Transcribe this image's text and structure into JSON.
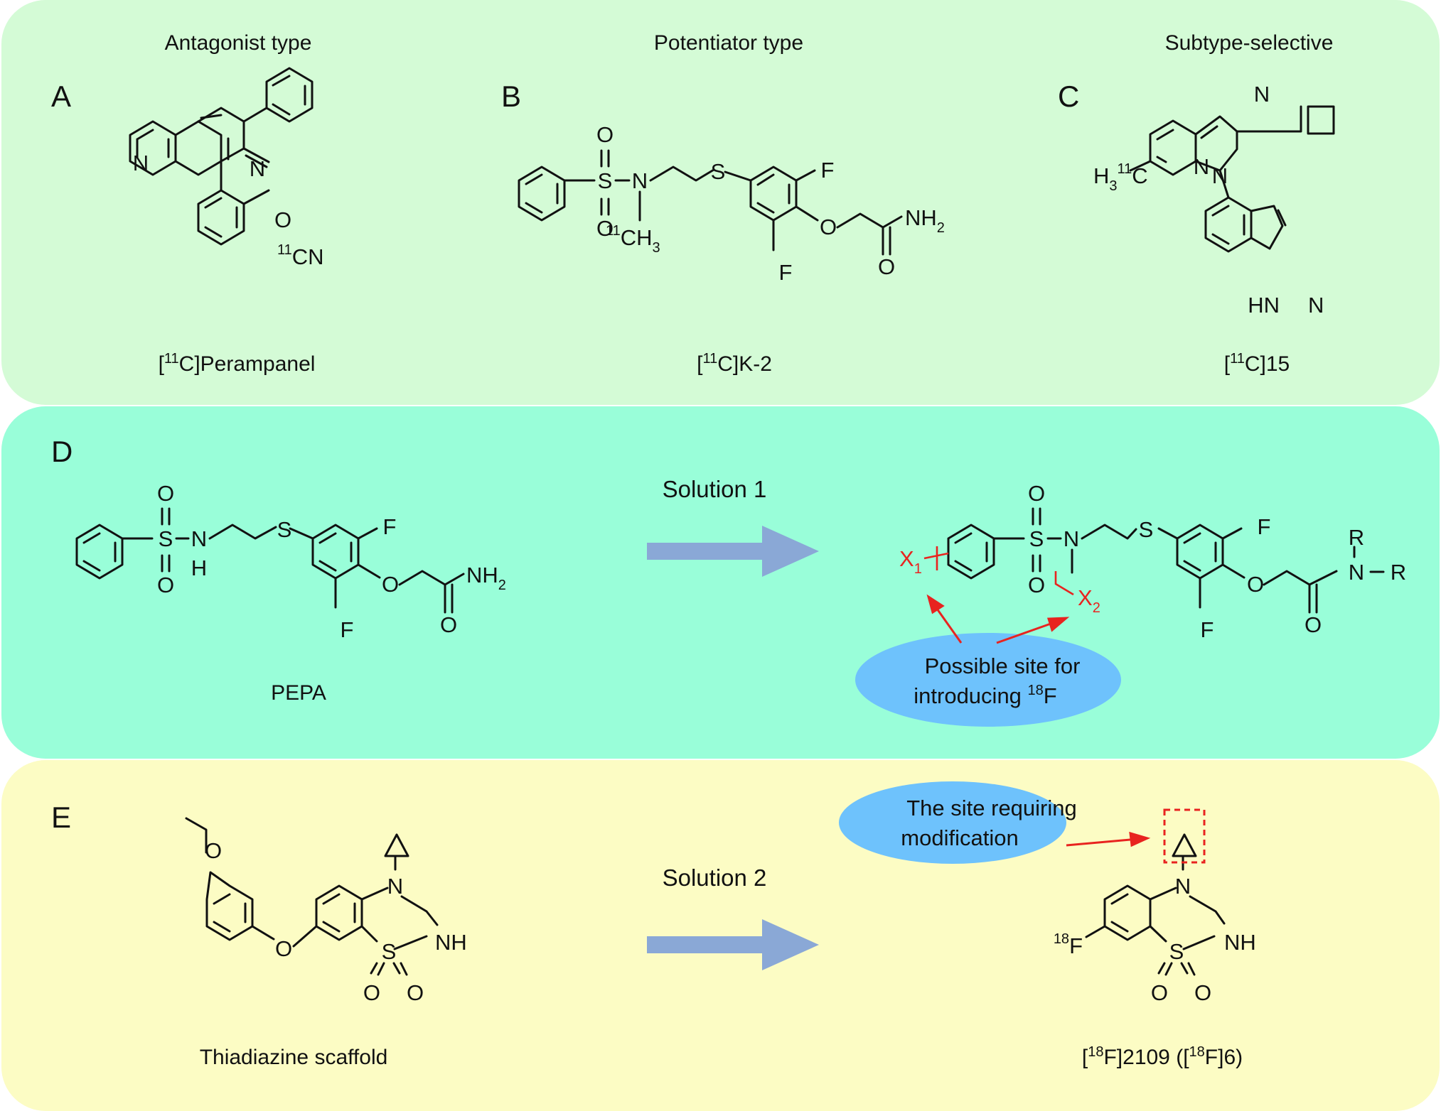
{
  "panels": {
    "A": {
      "letter": "A",
      "header": "Antagonist type",
      "caption_parts": [
        "[",
        "11",
        "C]Perampanel"
      ]
    },
    "B": {
      "letter": "B",
      "header": "Potentiator type",
      "caption_parts": [
        "[",
        "11",
        "C]K-2"
      ]
    },
    "C": {
      "letter": "C",
      "header": "Subtype-selective",
      "caption_parts": [
        "[",
        "11",
        "C]15"
      ]
    },
    "D": {
      "letter": "D",
      "left_caption": "PEPA",
      "arrow_label": "Solution 1",
      "callout_line1": "Possible site for",
      "callout_line2_parts": [
        "introducing ",
        "18",
        "F"
      ]
    },
    "E": {
      "letter": "E",
      "left_caption": "Thiadiazine scaffold",
      "arrow_label": "Solution 2",
      "callout_line1": "The site requiring",
      "callout_line2": "modification",
      "right_caption_parts": [
        "[",
        "18",
        "F]2109 ([",
        "18",
        "F]6)"
      ]
    }
  },
  "atoms": {
    "N": "N",
    "O": "O",
    "S": "S",
    "F": "F",
    "H": "H",
    "R": "R",
    "NH": "NH",
    "HN": "HN",
    "NH2": "NH",
    "sub2": "2",
    "sub3": "3",
    "CN": "CN",
    "CH": "CH",
    "iso11": "11",
    "iso18": "18",
    "H3": "H",
    "C": "C",
    "X": "X",
    "sub1": "1"
  },
  "colors": {
    "panel_top": "#d4fbd6",
    "panel_middle": "#99fed9",
    "panel_bottom": "#fcfcc4",
    "arrow": "#8aa8d6",
    "callout": "#6ec2fc",
    "highlight_red": "#e8231f"
  }
}
